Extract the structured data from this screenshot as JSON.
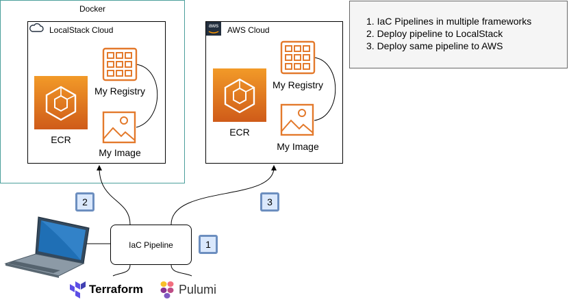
{
  "docker": {
    "title": "Docker"
  },
  "localstack": {
    "title": "LocalStack Cloud",
    "ecr_label": "ECR",
    "registry_label": "My Registry",
    "image_label": "My Image"
  },
  "aws": {
    "title": "AWS Cloud",
    "logo_text": "aws",
    "ecr_label": "ECR",
    "registry_label": "My Registry",
    "image_label": "My Image"
  },
  "pipeline": {
    "label": "IaC Pipeline"
  },
  "steps": [
    "1",
    "2",
    "3"
  ],
  "notes": [
    "1. IaC Pipelines in multiple frameworks",
    "2. Deploy pipeline to LocalStack",
    "3. Deploy same pipeline to AWS"
  ],
  "tools": {
    "terraform": "Terraform",
    "pulumi": "Pulumi"
  },
  "colors": {
    "aws_orange": "#e3792b",
    "docker_border": "#4a9e9a",
    "badge_fill": "#dae8fc",
    "badge_border": "#6c8ebf",
    "terraform": "#5c4ee5",
    "pulumi": "#c06dbd"
  }
}
